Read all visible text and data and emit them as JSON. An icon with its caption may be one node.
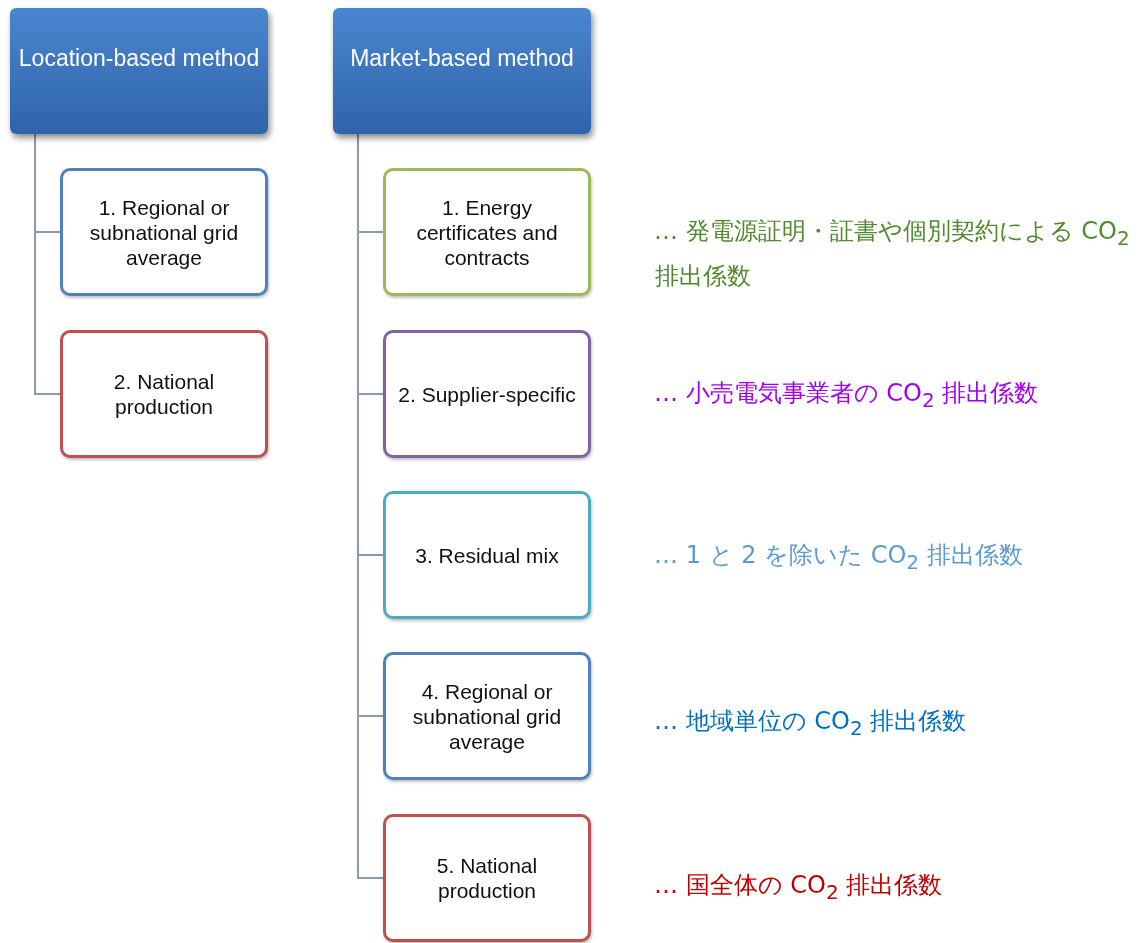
{
  "diagram": {
    "nodes": [
      {
        "text": [
          "Location-based method"
        ]
      },
      {
        "text": [
          "1. Regional or subnational grid average"
        ]
      },
      {
        "text": [
          "2. National production"
        ]
      },
      {
        "text": [
          "Market-based method"
        ]
      },
      {
        "text": [
          "1. Energy certificates and contracts"
        ],
        "beside": [
          "… 発電源証明・証書や個別契約による CO$_{2}$ 排出係数"
        ]
      },
      {
        "text": [
          "2. Supplier-specific"
        ],
        "beside": [
          "… 小売電気事業者の CO$_{2}$ 排出係数"
        ]
      },
      {
        "text": [
          "3. Residual mix"
        ],
        "beside": [
          "… 1 と 2 を除いた CO$_{2}$ 排出係数"
        ]
      },
      {
        "text": [
          "4. Regional or subnational grid average"
        ],
        "beside": [
          "… 地域単位の CO$_{2}$ 排出係数"
        ]
      },
      {
        "text": [
          "5. National production"
        ],
        "beside": [
          "… 国全体の CO$_{2}$ 排出係数"
        ]
      }
    ],
    "edges": [
      {
        "from": 0,
        "to": 1,
        "arrow": "none"
      },
      {
        "from": 0,
        "to": 2,
        "arrow": "none"
      },
      {
        "from": 3,
        "to": 4,
        "arrow": "none"
      },
      {
        "from": 3,
        "to": 5,
        "arrow": "none"
      },
      {
        "from": 3,
        "to": 6,
        "arrow": "none"
      },
      {
        "from": 3,
        "to": 7,
        "arrow": "none"
      },
      {
        "from": 3,
        "to": 8,
        "arrow": "none"
      }
    ]
  }
}
